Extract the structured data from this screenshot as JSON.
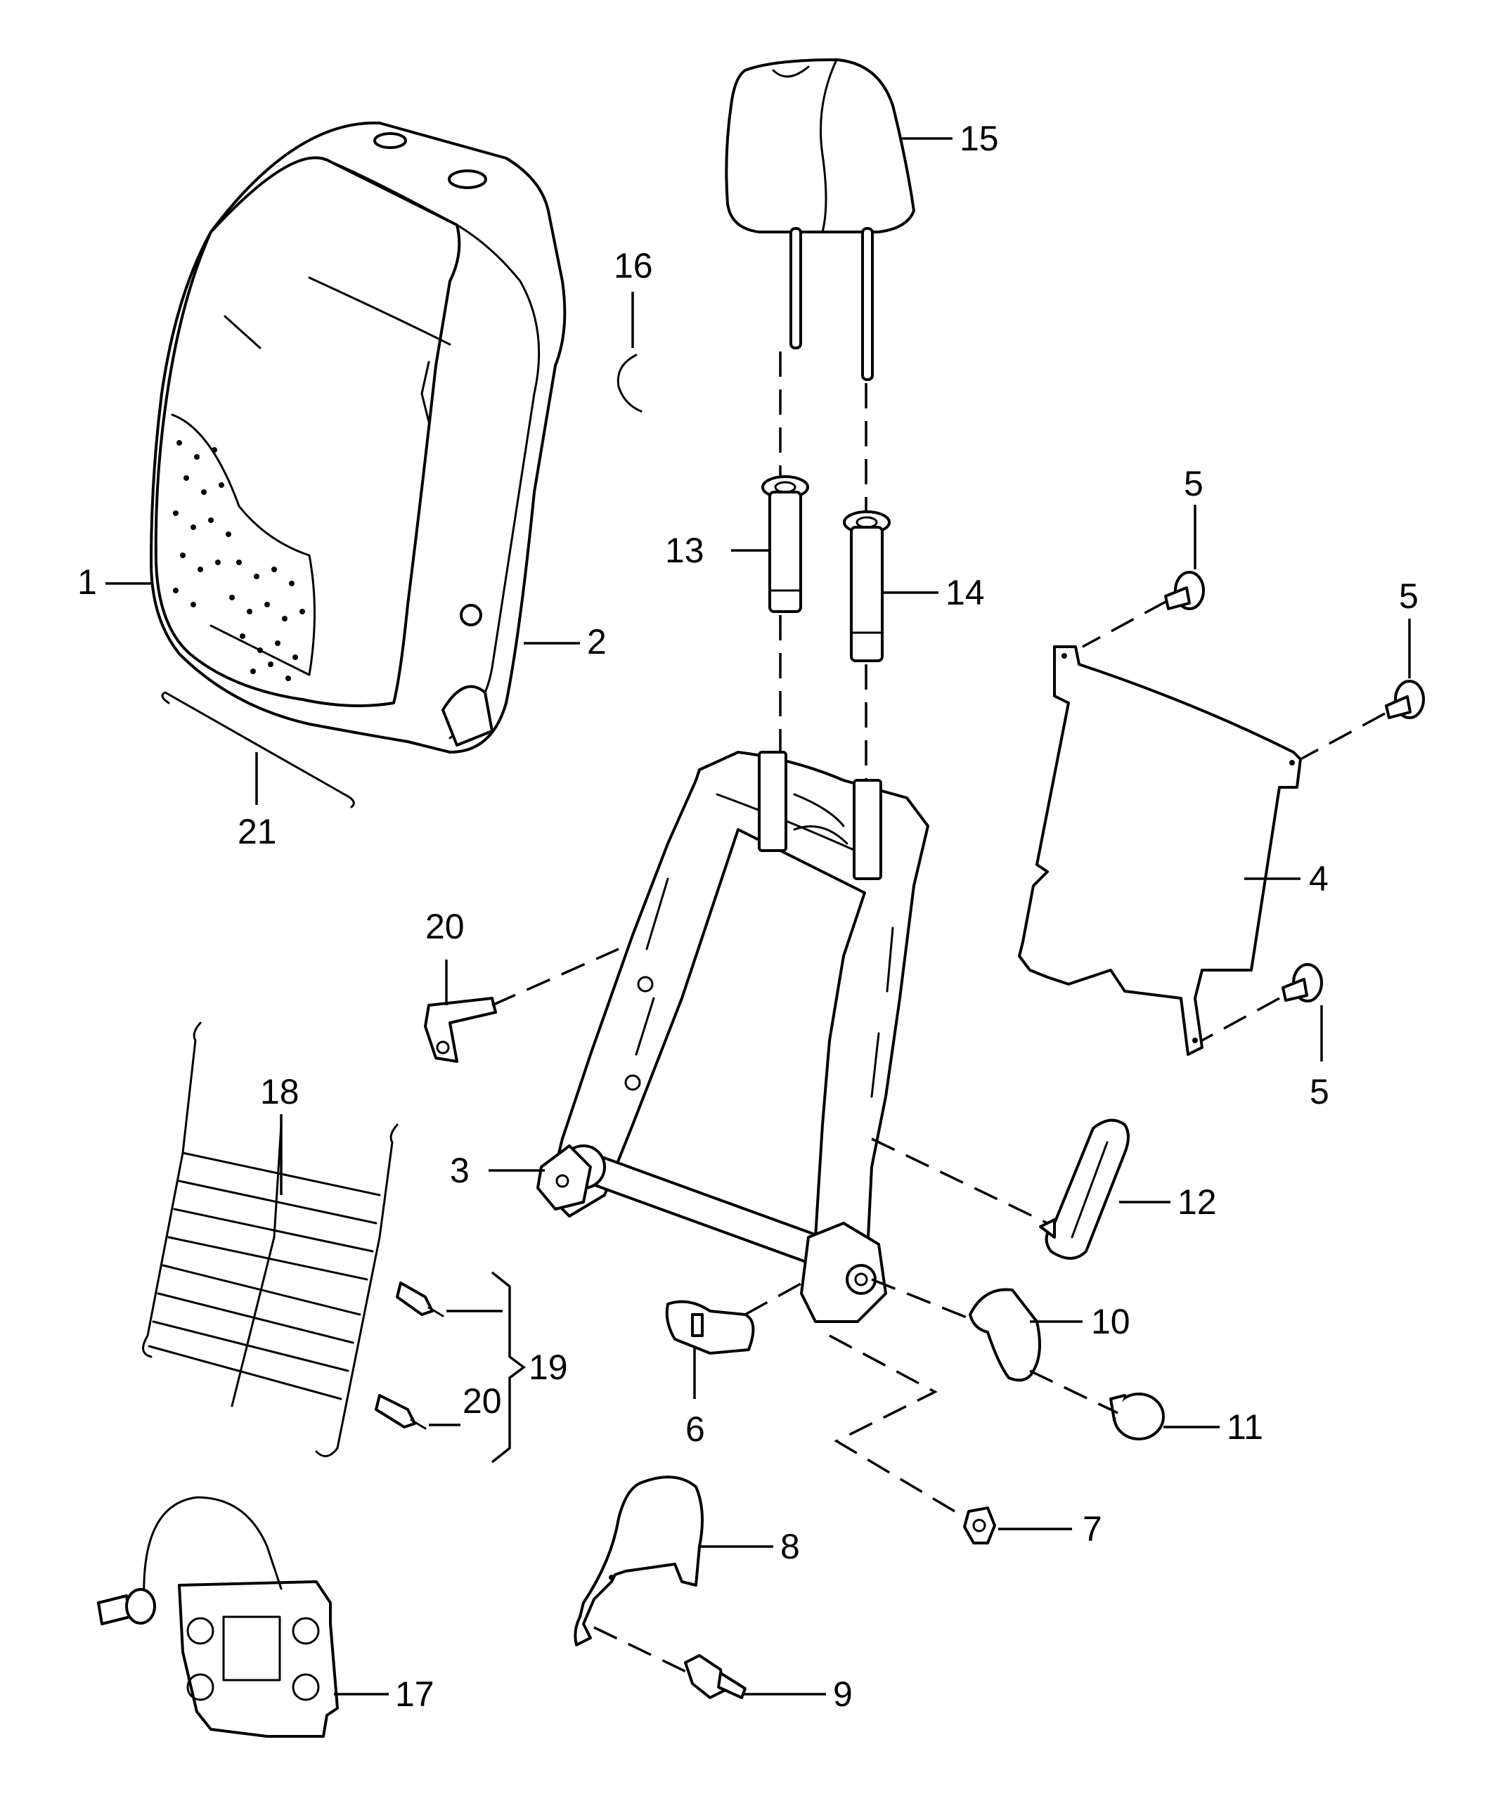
{
  "diagram": {
    "callouts": [
      {
        "id": "c1",
        "text": "1"
      },
      {
        "id": "c2",
        "text": "2"
      },
      {
        "id": "c3",
        "text": "3"
      },
      {
        "id": "c4",
        "text": "4"
      },
      {
        "id": "c5a",
        "text": "5"
      },
      {
        "id": "c5b",
        "text": "5"
      },
      {
        "id": "c5c",
        "text": "5"
      },
      {
        "id": "c6",
        "text": "6"
      },
      {
        "id": "c7",
        "text": "7"
      },
      {
        "id": "c8",
        "text": "8"
      },
      {
        "id": "c9",
        "text": "9"
      },
      {
        "id": "c10",
        "text": "10"
      },
      {
        "id": "c11",
        "text": "11"
      },
      {
        "id": "c12",
        "text": "12"
      },
      {
        "id": "c13",
        "text": "13"
      },
      {
        "id": "c14",
        "text": "14"
      },
      {
        "id": "c15",
        "text": "15"
      },
      {
        "id": "c16",
        "text": "16"
      },
      {
        "id": "c17",
        "text": "17"
      },
      {
        "id": "c18",
        "text": "18"
      },
      {
        "id": "c19",
        "text": "19"
      },
      {
        "id": "c20a",
        "text": "20"
      },
      {
        "id": "c20b",
        "text": "20"
      },
      {
        "id": "c21",
        "text": "21"
      }
    ]
  }
}
